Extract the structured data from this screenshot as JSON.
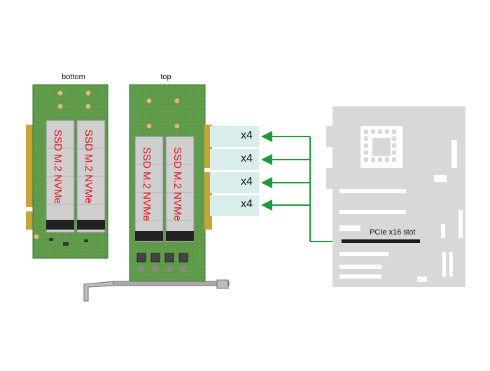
{
  "labels": {
    "bottom": "bottom",
    "top": "top",
    "slot": "PCIe x16 slot"
  },
  "ssd_label": "SSD M.2 NVMe",
  "lanes": [
    "x4",
    "x4",
    "x4",
    "x4"
  ],
  "colors": {
    "pcb": "#5f9a4a",
    "pcb_dark": "#3f6f33",
    "gold": "#c9a23a",
    "ssd_text": "#e2151b",
    "motherboard": "#d8d8d8",
    "highlight": "#d9eeea",
    "arrow": "#1a9a3a"
  }
}
